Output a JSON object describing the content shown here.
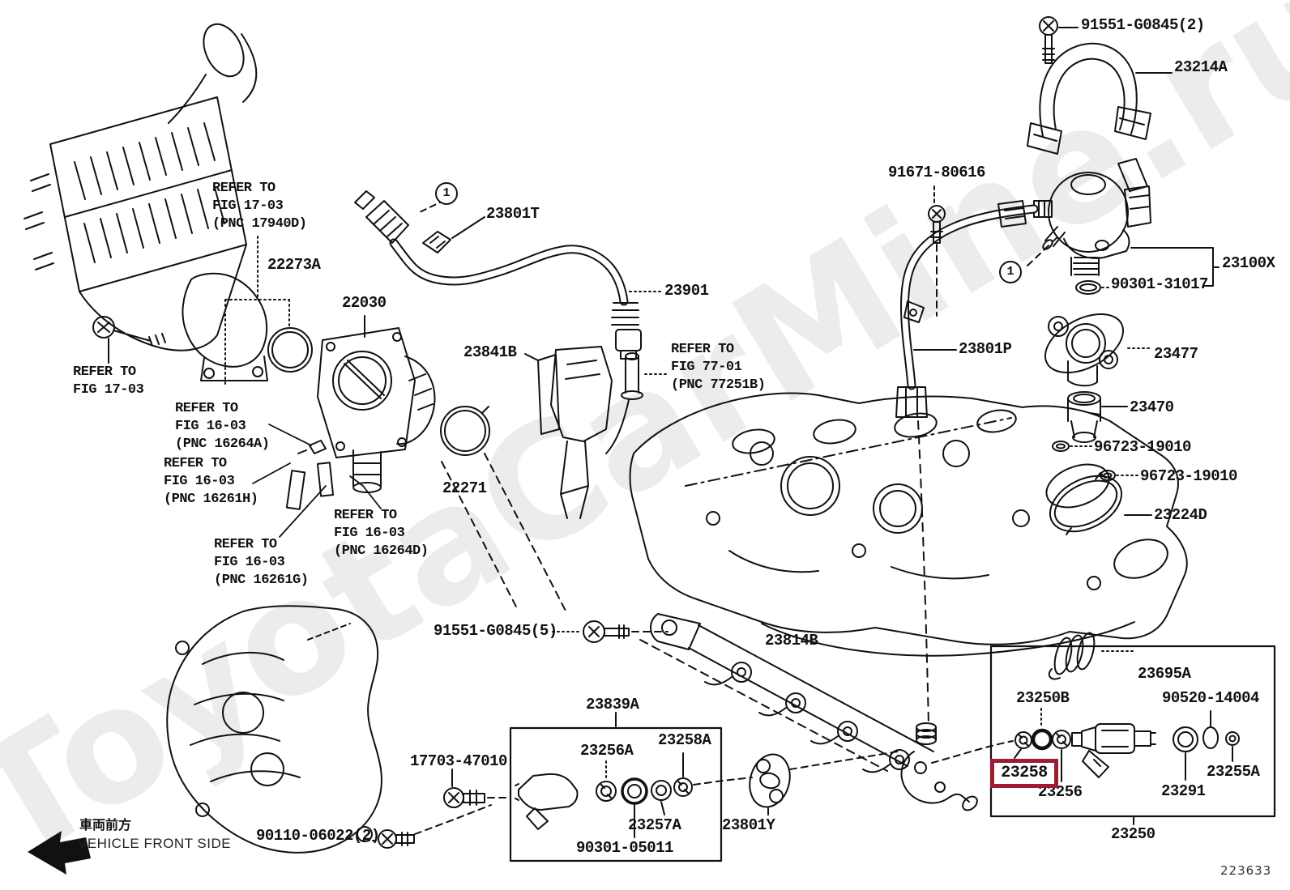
{
  "watermark": {
    "text": "ToyotaCarMine.ru",
    "color": "#ececec"
  },
  "plate_number": "223633",
  "front_side": {
    "jp": "車両前方",
    "en": "VEHICLE FRONT SIDE"
  },
  "highlight": {
    "color": "#9e1b32"
  },
  "callouts": {
    "bolt_91551_2": "91551-G0845(2)",
    "bracket_23214A": "23214A",
    "bolt_91671": "91671-80616",
    "pump_23100X": "23100X",
    "oring_90301_31017": "90301-31017",
    "clamp_23801T": "23801T",
    "hose_23901": "23901",
    "oring_22273A": "22273A",
    "throttle_22030": "22030",
    "damper_23841B": "23841B",
    "oring_22271": "22271",
    "pipe_23801P": "23801P",
    "spacer_23477": "23477",
    "insulator_23470": "23470",
    "oring_96723_a": "96723-19010",
    "oring_96723_b": "96723-19010",
    "plate_23224D": "23224D",
    "bolt_91551_5": "91551-G0845(5)",
    "rail_23814B": "23814B",
    "kit_23839A": "23839A",
    "ring_23256A": "23256A",
    "ring_23258A": "23258A",
    "union_17703": "17703-47010",
    "ring_23257A": "23257A",
    "oring_90301_05011": "90301-05011",
    "bolt_90110": "90110-06022(2)",
    "gasket_23801Y": "23801Y",
    "spring_23695A": "23695A",
    "ring_23250B": "23250B",
    "seal_90520": "90520-14004",
    "ring_23258": "23258",
    "ring_23256": "23256",
    "seal_23291": "23291",
    "ring_23255A": "23255A",
    "injector_23250": "23250",
    "circled_1a": "1",
    "circled_1b": "1"
  },
  "refer_notes": {
    "fig1703_pnc": "REFER TO\nFIG 17-03\n(PNC 17940D)",
    "fig1703": "REFER TO\nFIG 17-03",
    "fig1603_16264A": "REFER TO\nFIG 16-03\n(PNC 16264A)",
    "fig1603_16261H": "REFER TO\nFIG 16-03\n(PNC 16261H)",
    "fig1603_16264D": "REFER TO\nFIG 16-03\n(PNC 16264D)",
    "fig1603_16261G": "REFER TO\nFIG 16-03\n(PNC 16261G)",
    "fig7701": "REFER TO\nFIG 77-01\n(PNC 77251B)"
  }
}
